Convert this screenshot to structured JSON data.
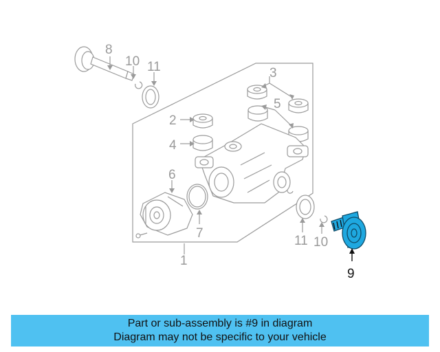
{
  "callouts": {
    "c1": "1",
    "c2": "2",
    "c3": "3",
    "c4": "4",
    "c5": "5",
    "c6": "6",
    "c7": "7",
    "c8": "8",
    "c9": "9",
    "c10a": "10",
    "c10b": "10",
    "c11a": "11",
    "c11b": "11"
  },
  "highlighted_part": "9",
  "colors": {
    "highlight": "#1ea8e0",
    "banner": "#4fc1f1",
    "line_art": "#9a9a9a"
  },
  "banner": {
    "line1": "Part or sub-assembly is #9 in diagram",
    "line2": "Diagram may not be specific to your vehicle"
  }
}
